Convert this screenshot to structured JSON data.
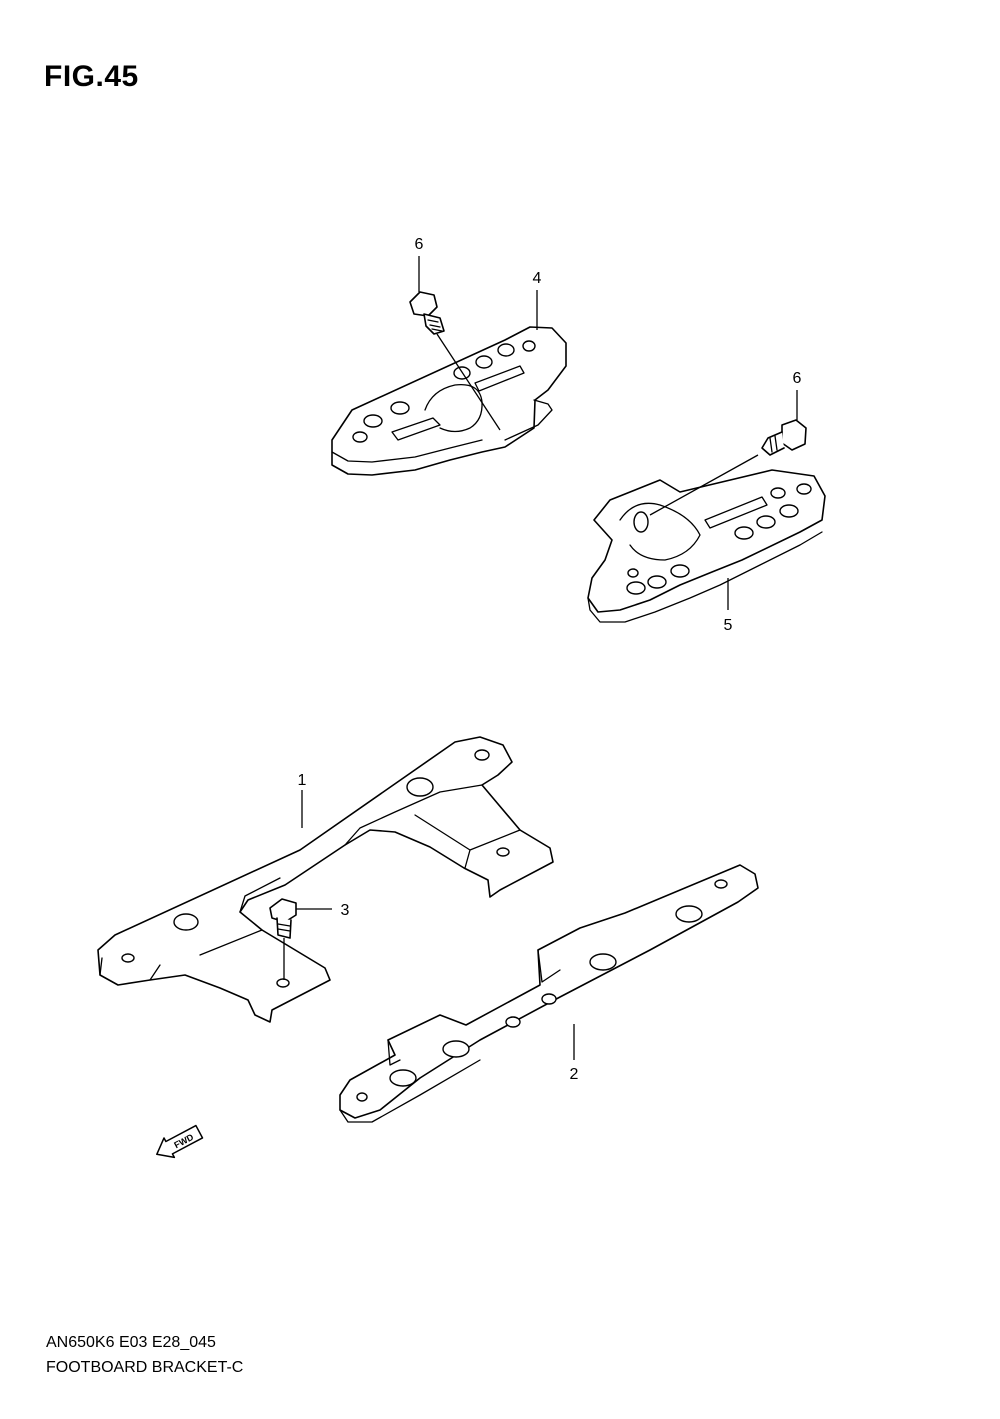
{
  "figure": {
    "title": "FIG.45"
  },
  "callouts": {
    "c1": "1",
    "c2": "2",
    "c3": "3",
    "c4": "4",
    "c5": "5",
    "c6a": "6",
    "c6b": "6"
  },
  "fwd_label": "FWD",
  "footer": {
    "code": "AN650K6 E03 E28_045",
    "name": "FOOTBOARD BRACKET-C"
  }
}
